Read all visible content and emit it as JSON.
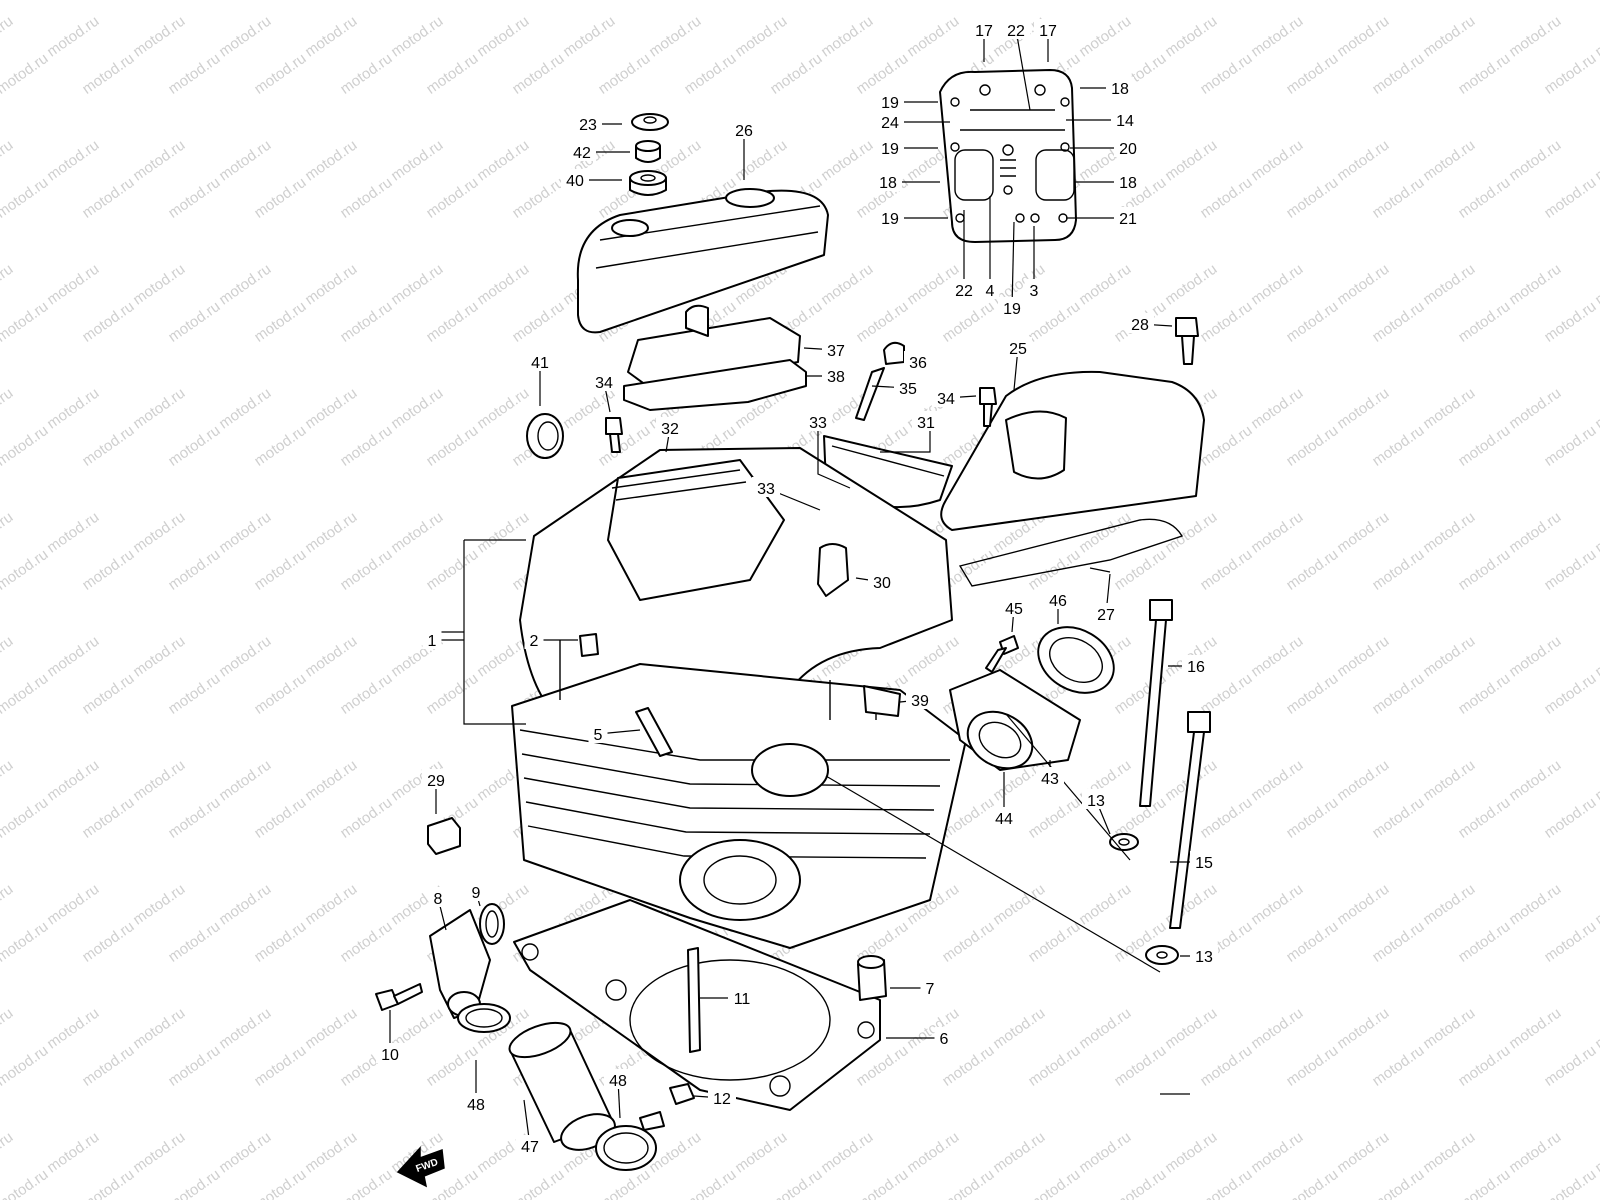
{
  "watermark": "motod.ru",
  "direction_label": "FWD",
  "colors": {
    "line": "#000000",
    "background": "#ffffff",
    "watermark": "#cfcfcf"
  },
  "callouts": [
    {
      "id": "17a",
      "text": "17"
    },
    {
      "id": "22a",
      "text": "22"
    },
    {
      "id": "17b",
      "text": "17"
    },
    {
      "id": "18a",
      "text": "18"
    },
    {
      "id": "19a",
      "text": "19"
    },
    {
      "id": "24",
      "text": "24"
    },
    {
      "id": "14",
      "text": "14"
    },
    {
      "id": "19b",
      "text": "19"
    },
    {
      "id": "20",
      "text": "20"
    },
    {
      "id": "18b",
      "text": "18"
    },
    {
      "id": "18c",
      "text": "18"
    },
    {
      "id": "19c",
      "text": "19"
    },
    {
      "id": "21",
      "text": "21"
    },
    {
      "id": "22b",
      "text": "22"
    },
    {
      "id": "4",
      "text": "4"
    },
    {
      "id": "3",
      "text": "3"
    },
    {
      "id": "19d",
      "text": "19"
    },
    {
      "id": "23",
      "text": "23"
    },
    {
      "id": "26",
      "text": "26"
    },
    {
      "id": "42",
      "text": "42"
    },
    {
      "id": "40",
      "text": "40"
    },
    {
      "id": "28",
      "text": "28"
    },
    {
      "id": "37",
      "text": "37"
    },
    {
      "id": "36",
      "text": "36"
    },
    {
      "id": "25",
      "text": "25"
    },
    {
      "id": "41",
      "text": "41"
    },
    {
      "id": "38",
      "text": "38"
    },
    {
      "id": "34a",
      "text": "34"
    },
    {
      "id": "35",
      "text": "35"
    },
    {
      "id": "34b",
      "text": "34"
    },
    {
      "id": "33a",
      "text": "33"
    },
    {
      "id": "31",
      "text": "31"
    },
    {
      "id": "32",
      "text": "32"
    },
    {
      "id": "33b",
      "text": "33"
    },
    {
      "id": "30",
      "text": "30"
    },
    {
      "id": "27",
      "text": "27"
    },
    {
      "id": "45",
      "text": "45"
    },
    {
      "id": "46",
      "text": "46"
    },
    {
      "id": "1",
      "text": "1"
    },
    {
      "id": "2",
      "text": "2"
    },
    {
      "id": "16",
      "text": "16"
    },
    {
      "id": "39",
      "text": "39"
    },
    {
      "id": "5",
      "text": "5"
    },
    {
      "id": "29",
      "text": "29"
    },
    {
      "id": "13a",
      "text": "13"
    },
    {
      "id": "44",
      "text": "44"
    },
    {
      "id": "43",
      "text": "43"
    },
    {
      "id": "15",
      "text": "15"
    },
    {
      "id": "8",
      "text": "8"
    },
    {
      "id": "9",
      "text": "9"
    },
    {
      "id": "13b",
      "text": "13"
    },
    {
      "id": "7",
      "text": "7"
    },
    {
      "id": "11",
      "text": "11"
    },
    {
      "id": "10",
      "text": "10"
    },
    {
      "id": "6",
      "text": "6"
    },
    {
      "id": "48a",
      "text": "48"
    },
    {
      "id": "48b",
      "text": "48"
    },
    {
      "id": "12",
      "text": "12"
    },
    {
      "id": "47",
      "text": "47"
    }
  ]
}
